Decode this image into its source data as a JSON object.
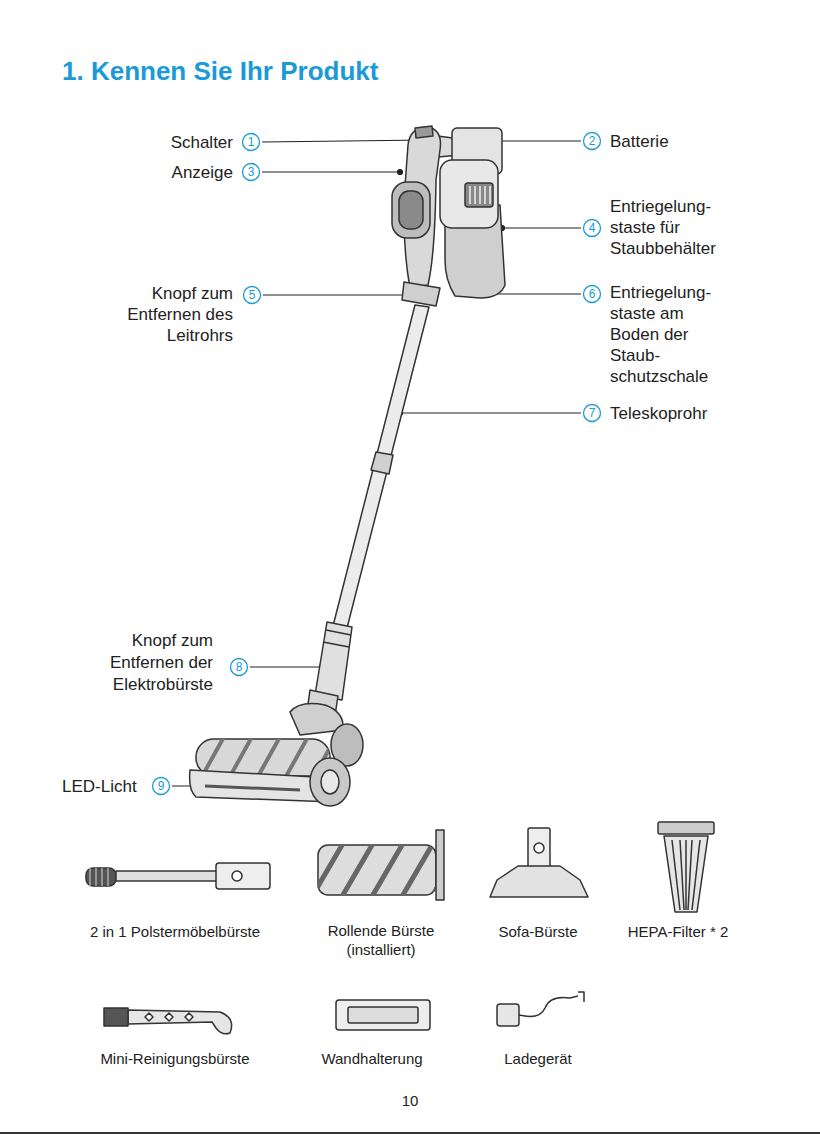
{
  "diagram": {
    "title": "1. Kennen Sie Ihr Produkt",
    "nodes": [
      {
        "text": [
          "1"
        ]
      },
      {
        "text": [
          "2"
        ]
      },
      {
        "text": [
          "3"
        ]
      },
      {
        "text": [
          "4"
        ]
      },
      {
        "text": [
          "5"
        ]
      },
      {
        "text": [
          "6"
        ]
      },
      {
        "text": [
          "7"
        ]
      },
      {
        "text": [
          "8"
        ]
      },
      {
        "text": [
          "9"
        ]
      }
    ],
    "labels": [
      "Schalter",
      "Batterie",
      "Anzeige",
      "Entriegelung- staste für Staubbehälter",
      "Knopf zum Entfernen des Leitrohrs",
      "Entriegelung- staste am Boden der Staub- schutzschale",
      "Teleskoprohr",
      "Knopf zum Entfernen der Elektrobürste",
      "LED-Licht",
      "2 in 1 Polstermöbelbürste",
      "Rollende Bürste (installiert)",
      "Sofa-Bürste",
      "HEPA-Filter * 2",
      "Mini-Reinigungsbürste",
      "Wandhalterung",
      "Ladegerät",
      "10"
    ]
  }
}
